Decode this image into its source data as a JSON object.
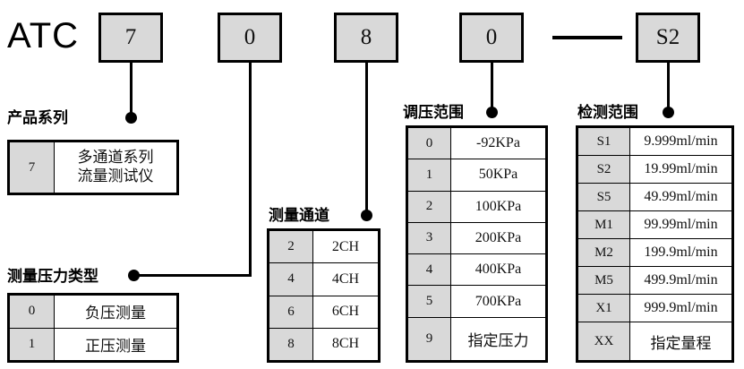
{
  "model": {
    "brand": "ATC",
    "segments": [
      {
        "value": "7",
        "name": "series-code"
      },
      {
        "value": "0",
        "name": "pressure-type-code"
      },
      {
        "value": "8",
        "name": "channel-code"
      },
      {
        "value": "0",
        "name": "pressure-range-code"
      },
      {
        "value": "S2",
        "name": "detection-range-code"
      }
    ],
    "separator": "—"
  },
  "groups": {
    "series": {
      "caption": "产品系列",
      "rows": [
        {
          "code": "7",
          "value": "多通道系列\n流量测试仪"
        }
      ]
    },
    "pressure_type": {
      "caption": "测量压力类型",
      "rows": [
        {
          "code": "0",
          "value": "负压测量"
        },
        {
          "code": "1",
          "value": "正压测量"
        }
      ]
    },
    "channels": {
      "caption": "测量通道",
      "rows": [
        {
          "code": "2",
          "value": "2CH"
        },
        {
          "code": "4",
          "value": "4CH"
        },
        {
          "code": "6",
          "value": "6CH"
        },
        {
          "code": "8",
          "value": "8CH"
        }
      ]
    },
    "pressure_range": {
      "caption": "调压范围",
      "rows": [
        {
          "code": "0",
          "value": "-92KPa"
        },
        {
          "code": "1",
          "value": "50KPa"
        },
        {
          "code": "2",
          "value": "100KPa"
        },
        {
          "code": "3",
          "value": "200KPa"
        },
        {
          "code": "4",
          "value": "400KPa"
        },
        {
          "code": "5",
          "value": "700KPa"
        },
        {
          "code": "9",
          "value": "指定压力"
        }
      ]
    },
    "detection_range": {
      "caption": "检测范围",
      "rows": [
        {
          "code": "S1",
          "value": "9.999ml/min"
        },
        {
          "code": "S2",
          "value": "19.99ml/min"
        },
        {
          "code": "S5",
          "value": "49.99ml/min"
        },
        {
          "code": "M1",
          "value": "99.99ml/min"
        },
        {
          "code": "M2",
          "value": "199.9ml/min"
        },
        {
          "code": "M5",
          "value": "499.9ml/min"
        },
        {
          "code": "X1",
          "value": "999.9ml/min"
        },
        {
          "code": "XX",
          "value": "指定量程"
        }
      ]
    }
  },
  "colors": {
    "box_fill": "#d9d9d9",
    "line": "#000000",
    "background": "#ffffff"
  }
}
